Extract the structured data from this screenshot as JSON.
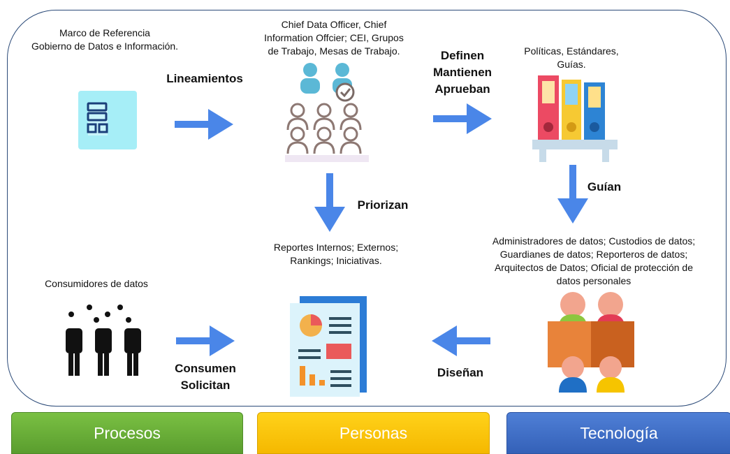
{
  "texts": {
    "marco": "Marco de Referencia\nGobierno de Datos e Información.",
    "chief": "Chief Data Officer, Chief\nInformation Offcier;  CEI, Grupos\nde Trabajo, Mesas de Trabajo.",
    "politicas": "Políticas, Estándares,\nGuías.",
    "reportes": "Reportes Internos; Externos;\nRankings; Iniciativas.",
    "administradores": "Administradores de datos; Custodios de datos;\nGuardianes de datos; Reporteros de datos;\nArquitectos de Datos; Oficial de protección de\ndatos personales",
    "consumidores": "Consumidores de datos"
  },
  "labels": {
    "lineamientos": "Lineamientos",
    "definen": "Definen\nMantienen\nAprueban",
    "priorizan": "Priorizan",
    "guian": "Guían",
    "disenan": "Diseñan",
    "consumen": "Consumen\nSolicitan"
  },
  "pillars": {
    "procesos": "Procesos",
    "personas": "Personas",
    "tecnologia": "Tecnología"
  },
  "colors": {
    "frame": "#2b4a78",
    "arrow": "#4a86e8",
    "procesos": "#6aae3a",
    "personas": "#fcc80c",
    "tecnologia": "#3f6fc9"
  },
  "icons": [
    "framework-icon",
    "team-icon",
    "binders-icon",
    "report-icon",
    "data-team-icon",
    "consumers-icon"
  ]
}
